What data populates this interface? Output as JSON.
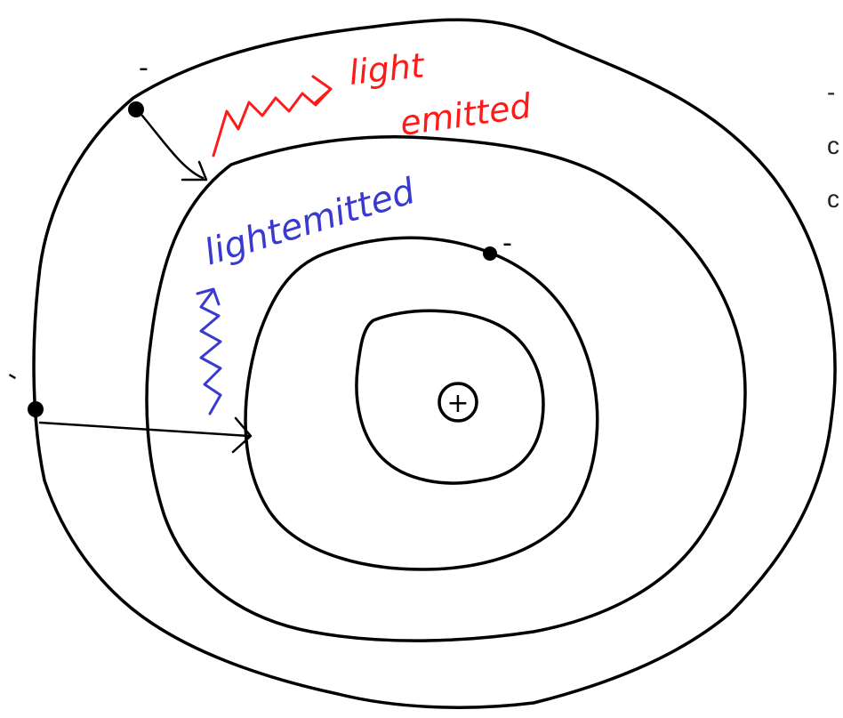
{
  "labels": {
    "red": "light emitted",
    "red_line1": "light",
    "red_line2": "emitted",
    "blue": "lightemitted",
    "nucleus": "+"
  },
  "charges": {
    "electron": "-"
  },
  "side_fragments": [
    "-",
    "c",
    "c"
  ],
  "colors": {
    "ink": "#000000",
    "red_light": "#ff1a1a",
    "blue_light": "#3a3ad0"
  },
  "counts": {
    "orbits": 4,
    "electrons": 3
  }
}
